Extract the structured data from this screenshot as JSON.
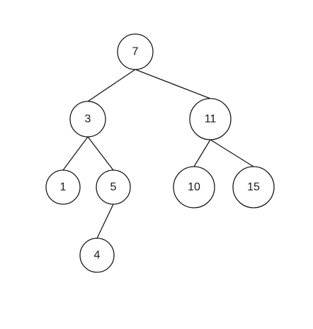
{
  "tree": {
    "nodes": [
      {
        "id": "n7",
        "label": "7"
      },
      {
        "id": "n3",
        "label": "3"
      },
      {
        "id": "n11",
        "label": "11"
      },
      {
        "id": "n1",
        "label": "1"
      },
      {
        "id": "n5",
        "label": "5"
      },
      {
        "id": "n10",
        "label": "10"
      },
      {
        "id": "n15",
        "label": "15"
      },
      {
        "id": "n4",
        "label": "4"
      }
    ],
    "edges": [
      {
        "from": "n7",
        "to": "n3"
      },
      {
        "from": "n7",
        "to": "n11"
      },
      {
        "from": "n3",
        "to": "n1"
      },
      {
        "from": "n3",
        "to": "n5"
      },
      {
        "from": "n5",
        "to": "n4"
      },
      {
        "from": "n11",
        "to": "n10"
      },
      {
        "from": "n11",
        "to": "n15"
      }
    ]
  }
}
